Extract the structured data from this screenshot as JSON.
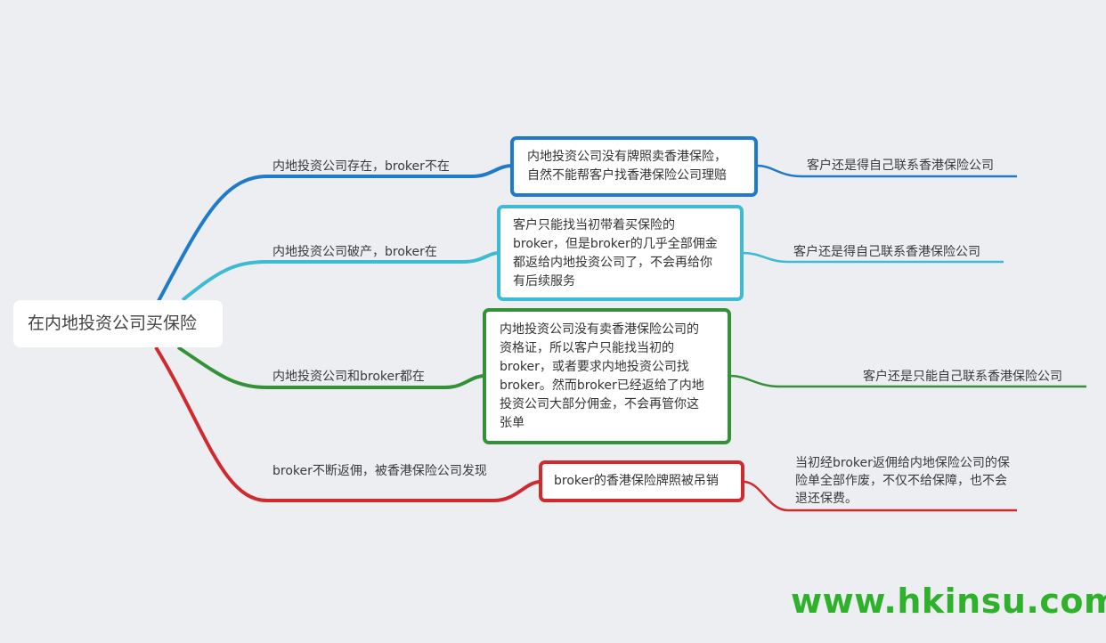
{
  "root": {
    "label": "在内地投资公司买保险"
  },
  "branches": [
    {
      "label": "内地投资公司存在，broker不在",
      "box": "内地投资公司没有牌照卖香港保险，\n自然不能帮客户找香港保险公司理赔",
      "outcome": "客户还是得自己联系香港保险公司",
      "color": "#1f7ac9"
    },
    {
      "label": "内地投资公司破产，broker在",
      "box": "客户只能找当初带着买保险的\nbroker，但是broker的几乎全部佣金\n都返给内地投资公司了，不会再给你\n有后续服务",
      "outcome": "客户还是得自己联系香港保险公司",
      "color": "#3cbbd2"
    },
    {
      "label": "内地投资公司和broker都在",
      "box": "内地投资公司没有卖香港保险公司的\n资格证，所以客户只能找当初的\nbroker，或者要求内地投资公司找\nbroker。然而broker已经返给了内地\n投资公司大部分佣金，不会再管你这\n张单",
      "outcome": "客户还是只能自己联系香港保险公司",
      "color": "#339238"
    },
    {
      "label": "broker不断返佣，被香港保险公司发现",
      "box": "broker的香港保险牌照被吊销",
      "outcome": "当初经broker返佣给内地保险公司的保险单全部作废，不仅不给保障，也不会退还保费。",
      "color": "#cf2a2e"
    }
  ],
  "watermark": "www.hkinsu.com"
}
